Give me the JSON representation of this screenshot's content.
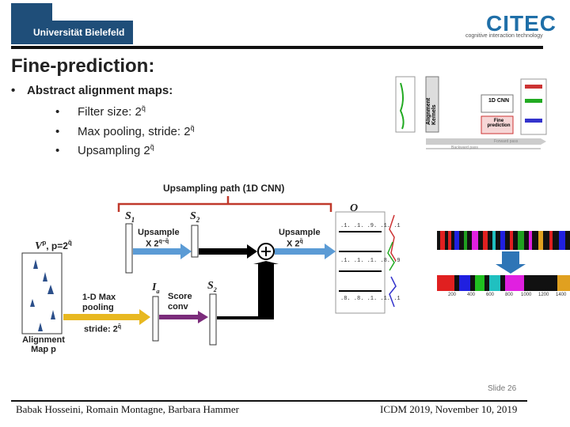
{
  "header": {
    "university": "Universität Bielefeld",
    "citec": "CITEC",
    "citec_tagline": "cognitive interaction technology"
  },
  "slide_title": "Fine-prediction:",
  "bullets": {
    "main": "Abstract alignment maps:",
    "sub": [
      "Filter size: 2",
      "Max pooling, stride: 2",
      "Upsampling 2"
    ],
    "sup": "q̃"
  },
  "diagram": {
    "brace_label": "Upsampling path (1D CNN)",
    "s1": "S",
    "s2": "S",
    "upsample1": "Upsample",
    "upsample1_factor": "X 2",
    "upsample2": "Upsample",
    "upsample2_factor": "X 2",
    "vp_label": "V",
    "vp_eq": ", p=2",
    "alignment_map": "Alignment Map p",
    "maxpool": "1-D Max pooling",
    "stride": "stride: 2",
    "ia_label": "I",
    "score_conv": "Score conv",
    "s2tilde": "S",
    "output": "O",
    "seq1": ".1. .1. .9. .1. .1",
    "seq2": ".1. .1. .1. .8. .9",
    "seq3": ".8. .8. .1. .1. .1",
    "axis_ticks": [
      "200",
      "400",
      "600",
      "800",
      "1000",
      "1200",
      "1400"
    ],
    "inset_alignment": "Alignment Kernels",
    "inset_cnn": "1D CNN",
    "inset_fine": "Fine prediction",
    "inset_forward": "Forward pass",
    "inset_backward": "Backward pass"
  },
  "slide_number": "Slide 26",
  "footer": {
    "authors": "Babak Hosseini, Romain Montagne, Barbara Hammer",
    "conference": "ICDM 2019, November 10, 2019"
  },
  "colors": {
    "brand_blue": "#1f4e79",
    "citec_blue": "#1f6fa8",
    "arrow_blue": "#5b9bd5",
    "arrow_yellow": "#e8b820",
    "arrow_purple": "#7b2c7b"
  }
}
